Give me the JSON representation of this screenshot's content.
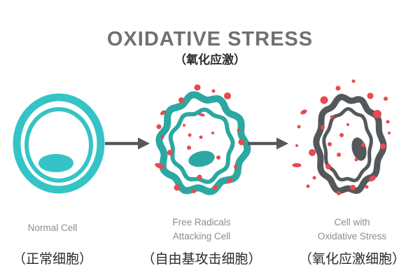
{
  "title": {
    "en": "OXIDATIVE STRESS",
    "zh": "（氧化应激）"
  },
  "colors": {
    "background": "#ffffff",
    "title_text": "#6e7173",
    "label_en": "#8a8d8f",
    "label_zh": "#2b2b2b",
    "normal_cell": "#35c4c6",
    "attacked_cell": "#2aa8a1",
    "stressed_cell": "#54585a",
    "free_radical": "#e94a4f",
    "arrow": "#54585a"
  },
  "panels": [
    {
      "id": "normal-cell",
      "label_en_line1": "Normal Cell",
      "label_zh": "（正常细胞）"
    },
    {
      "id": "free-radicals-attacking-cell",
      "label_en_line1": "Free Radicals",
      "label_en_line2": "Attacking Cell",
      "label_zh": "（自由基攻击细胞）"
    },
    {
      "id": "cell-with-oxidative-stress",
      "label_en_line1": "Cell with",
      "label_en_line2": "Oxidative Stress",
      "label_zh": "（氧化应激细胞）"
    }
  ]
}
